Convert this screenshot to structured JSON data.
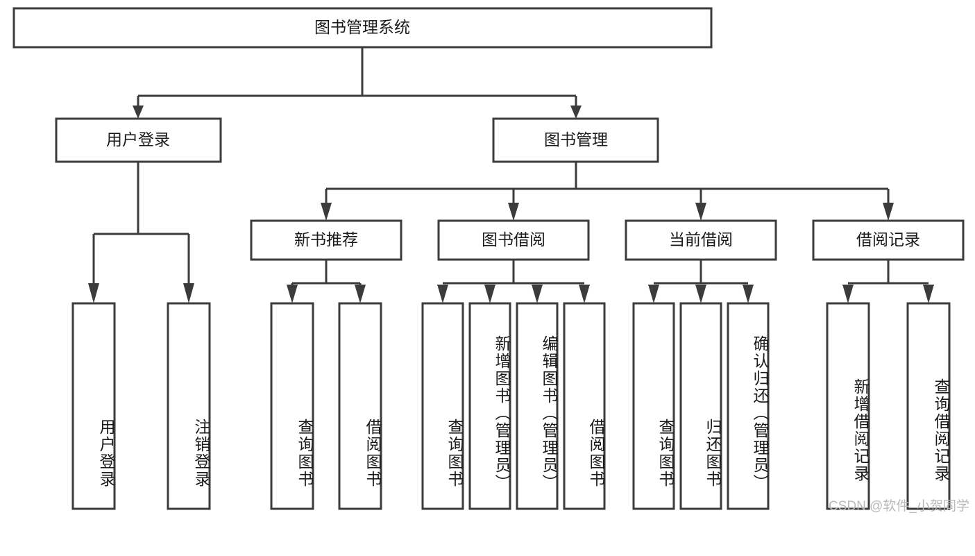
{
  "diagram": {
    "title": "图书管理系统",
    "watermark": "CSDN @软件_小贺同学",
    "type": "hierarchy-tree",
    "root": {
      "label": "图书管理系统",
      "level": 0
    },
    "level1": [
      {
        "label": "用户登录"
      },
      {
        "label": "图书管理"
      }
    ],
    "level2": [
      {
        "label": "新书推荐"
      },
      {
        "label": "图书借阅"
      },
      {
        "label": "当前借阅"
      },
      {
        "label": "借阅记录"
      }
    ],
    "leaves": {
      "user_login": [
        {
          "label": "用户登录"
        },
        {
          "label": "注销登录"
        }
      ],
      "new_book_recommend": [
        {
          "label": "查询图书"
        },
        {
          "label": "借阅图书"
        }
      ],
      "book_borrow": [
        {
          "label": "查询图书"
        },
        {
          "label": "新增图书（管理员）"
        },
        {
          "label": "编辑图书（管理员）"
        },
        {
          "label": "借阅图书"
        }
      ],
      "current_borrow": [
        {
          "label": "查询图书"
        },
        {
          "label": "归还图书"
        },
        {
          "label": "确认归还（管理员）"
        }
      ],
      "borrow_record": [
        {
          "label": "新增借阅记录"
        },
        {
          "label": "查询借阅记录"
        }
      ]
    },
    "colors": {
      "stroke": "#3b3b3b",
      "fill": "#ffffff",
      "text": "#1a1a1a",
      "watermark": "#b9b9b9"
    }
  }
}
